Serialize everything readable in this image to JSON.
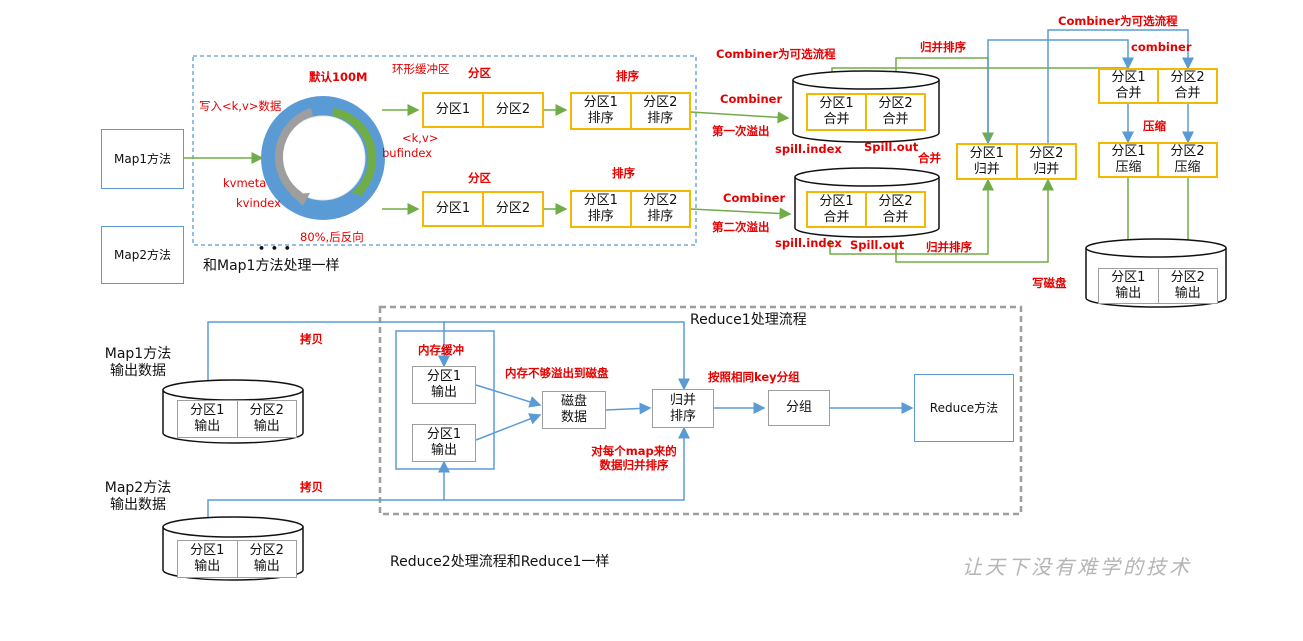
{
  "labels": {
    "default_100m": "默认100M",
    "ring_buffer": "环形缓冲区",
    "write_kv": "写入<k,v>数据",
    "kv": "<k,v>",
    "bufindex": "bufindex",
    "kvmeta": "kvmeta",
    "kvindex": "kvindex",
    "percent80": "80%,后反向",
    "partition_top": "分区",
    "partition_bottom": "分区",
    "sort_top": "排序",
    "sort_bottom": "排序",
    "combiner_optional_1": "Combiner为可选流程",
    "combiner_1": "Combiner",
    "combiner_2": "Combiner",
    "first_spill": "第一次溢出",
    "second_spill": "第二次溢出",
    "spill_index_1": "spill.index",
    "spill_out_1": "Spill.out",
    "spill_index_2": "spill.index",
    "spill_out_2": "Spill.out",
    "merge_sort_top": "归并排序",
    "merge_sort_bottom": "归并排序",
    "merge": "合并",
    "combiner_optional_2": "Combiner为可选流程",
    "combiner_3": "combiner",
    "compress": "压缩",
    "write_disk": "写磁盘",
    "same_as_map1": "和Map1方法处理一样",
    "ellipsis": "• • •",
    "reduce1_flow": "Reduce1处理流程",
    "copy_1": "拷贝",
    "copy_2": "拷贝",
    "mem_buffer": "内存缓冲",
    "mem_spill": "内存不够溢出到磁盘",
    "group_by_key": "按照相同key分组",
    "per_map_merge": "对每个map来的\n数据归并排序",
    "map1_output": "Map1方法\n输出数据",
    "map2_output": "Map2方法\n输出数据",
    "reduce2_note": "Reduce2处理流程和Reduce1一样",
    "watermark": "让天下没有难学的技术"
  },
  "boxes": {
    "map1": "Map1方法",
    "map2": "Map2方法",
    "disk_data": "磁盘\n数据",
    "merge_sort": "归并\n排序",
    "group": "分组",
    "reduce_method": "Reduce方法"
  },
  "cells": {
    "p1": "分区1",
    "p2": "分区2",
    "p1_sort": "分区1\n排序",
    "p2_sort": "分区2\n排序",
    "p1_combine": "分区1\n合并",
    "p2_combine": "分区2\n合并",
    "p1_merge": "分区1\n归并",
    "p2_merge": "分区2\n归并",
    "p1_compress": "分区1\n压缩",
    "p2_compress": "分区2\n压缩",
    "p1_output": "分区1\n输出",
    "p2_output": "分区2\n输出"
  },
  "colors": {
    "blue": "#5b9bd5",
    "green": "#70ad47",
    "yellow": "#f5b800",
    "red": "#e60000",
    "gray": "#9e9e9e"
  }
}
